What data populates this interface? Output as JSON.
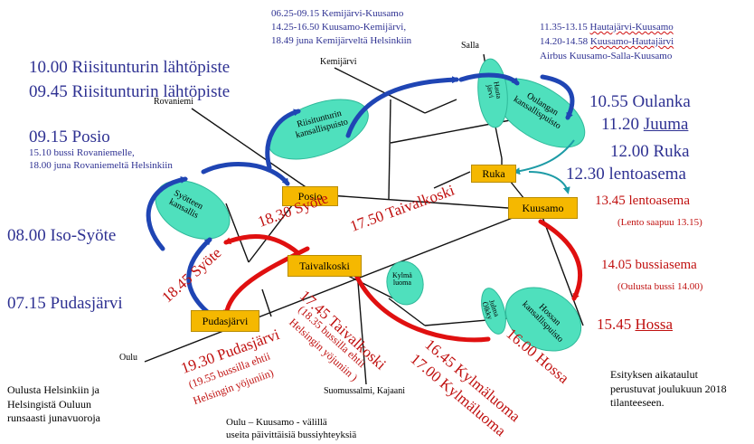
{
  "colors": {
    "blue_text": "#2e3192",
    "red_text": "#c0100f",
    "place_box": "#f5b800",
    "park_ellipse": "#4fe0bd",
    "arrow_blue": "#1f45b4",
    "arrow_red": "#e01010",
    "arrow_teal": "#1d9ba6"
  },
  "places": {
    "ruka": "Ruka",
    "posio": "Posio",
    "kuusamo": "Kuusamo",
    "taivalkoski": "Taivalkoski",
    "pudasjarvi": "Pudasjärvi"
  },
  "map_labels": {
    "rovaniemi": "Rovaniemi",
    "kemijarvi": "Kemijärvi",
    "salla": "Salla",
    "oulu": "Oulu",
    "suomussalmi": "Suomussalmi, Kajaani"
  },
  "parks": {
    "riisitunturi": [
      "Riisitunturin",
      "kansallispuisto"
    ],
    "oulanka": [
      "Oulangan",
      "kansallispuisto"
    ],
    "hautajarvi": [
      "Hauta",
      "järvi"
    ],
    "syote": [
      "Syötteen",
      "kansallis"
    ],
    "kylmaluoma": [
      "Kylmä",
      "luoma"
    ],
    "hossa": [
      "Hossan",
      "kansallispuisto"
    ],
    "julma_olkky": [
      "Julma",
      "Ölkky"
    ]
  },
  "blue_times": {
    "t1": "10.00 Riisitunturin lähtöpiste",
    "t2": "09.45 Riisitunturin lähtöpiste",
    "t3": "09.15 Posio",
    "t3_note1": "15.10 bussi Rovaniemelle,",
    "t3_note2": "18.00 juna Rovaniemeltä Helsinkiin",
    "t4": "08.00 Iso-Syöte",
    "t5": "07.15 Pudasjärvi",
    "top_note1": "06.25-09.15 Kemijärvi-Kuusamo",
    "top_note2": "14.25-16.50 Kuusamo-Kemijärvi,",
    "top_note3": "18.49 juna Kemijärveltä Helsinkiin",
    "tr_note1_time": "11.35-13.15",
    "tr_note1_route": "Hautajärvi-Kuusamo",
    "tr_note2_time": "14.20-14.58",
    "tr_note2_route": "Kuusamo-Hautajärvi",
    "tr_note3": "Airbus Kuusamo-Salla-Kuusamo",
    "r1": "10.55 Oulanka",
    "r2_time": "11.20",
    "r2_place": "Juuma",
    "r3": "12.00 Ruka",
    "r4": "12.30 lentoasema"
  },
  "red_times": {
    "r5": "13.45 lentoasema",
    "r5_note": "(Lento saapuu 13.15)",
    "r6": "14.05 bussiasema",
    "r6_note": "(Oulusta bussi 14.00)",
    "r7_time": "15.45",
    "r7_place": "Hossa",
    "d_syote1": "18.30 Syöte",
    "d_taival1": "17.50 Taivalkoski",
    "d_syote2": "18.45 Syöte",
    "d_pudas1": "19.30 Pudasjärvi",
    "d_pudas2": "(19.55 bussilla ehtii",
    "d_pudas3": "Helsingin yöjuniin)",
    "d_taival2": "17.45 Taivalkoski",
    "d_taival3": "(18.35 bussilla ehtii",
    "d_taival4": "Helsingin yöjuniin )",
    "d_kylma1": "16.45 Kylmäluoma",
    "d_kylma2": "17.00 Kylmäluoma",
    "d_hossa": "16.00 Hossa"
  },
  "notes": {
    "bottom_left1": "Oulusta Helsinkiin ja",
    "bottom_left2": "Helsingistä Ouluun",
    "bottom_left3": "runsaasti junavuoroja",
    "bottom_mid1": "Oulu – Kuusamo - välillä",
    "bottom_mid2": "useita päivittäisiä bussiyhteyksiä",
    "bottom_right1": "Esityksen aikataulut",
    "bottom_right2": "perustuvat joulukuun 2018",
    "bottom_right3": "tilanteeseen."
  }
}
